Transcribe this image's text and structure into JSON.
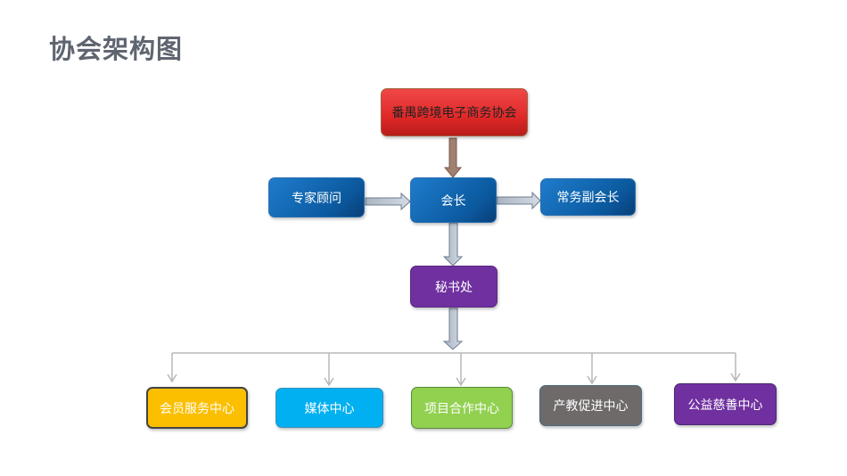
{
  "title": "协会架构图",
  "top": "番禺跨境电子商务协会",
  "president": "会长",
  "advisor": "专家顾问",
  "vice": "常务副会长",
  "secretariat": "秘书处",
  "centers": [
    {
      "label": "会员服务中心",
      "color": "#fbbf00"
    },
    {
      "label": "媒体中心",
      "color": "#00b0f0"
    },
    {
      "label": "项目合作中心",
      "color": "#92d050"
    },
    {
      "label": "产教促进中心",
      "color": "#6e6a6a"
    },
    {
      "label": "公益慈善中心",
      "color": "#7030a0"
    }
  ]
}
